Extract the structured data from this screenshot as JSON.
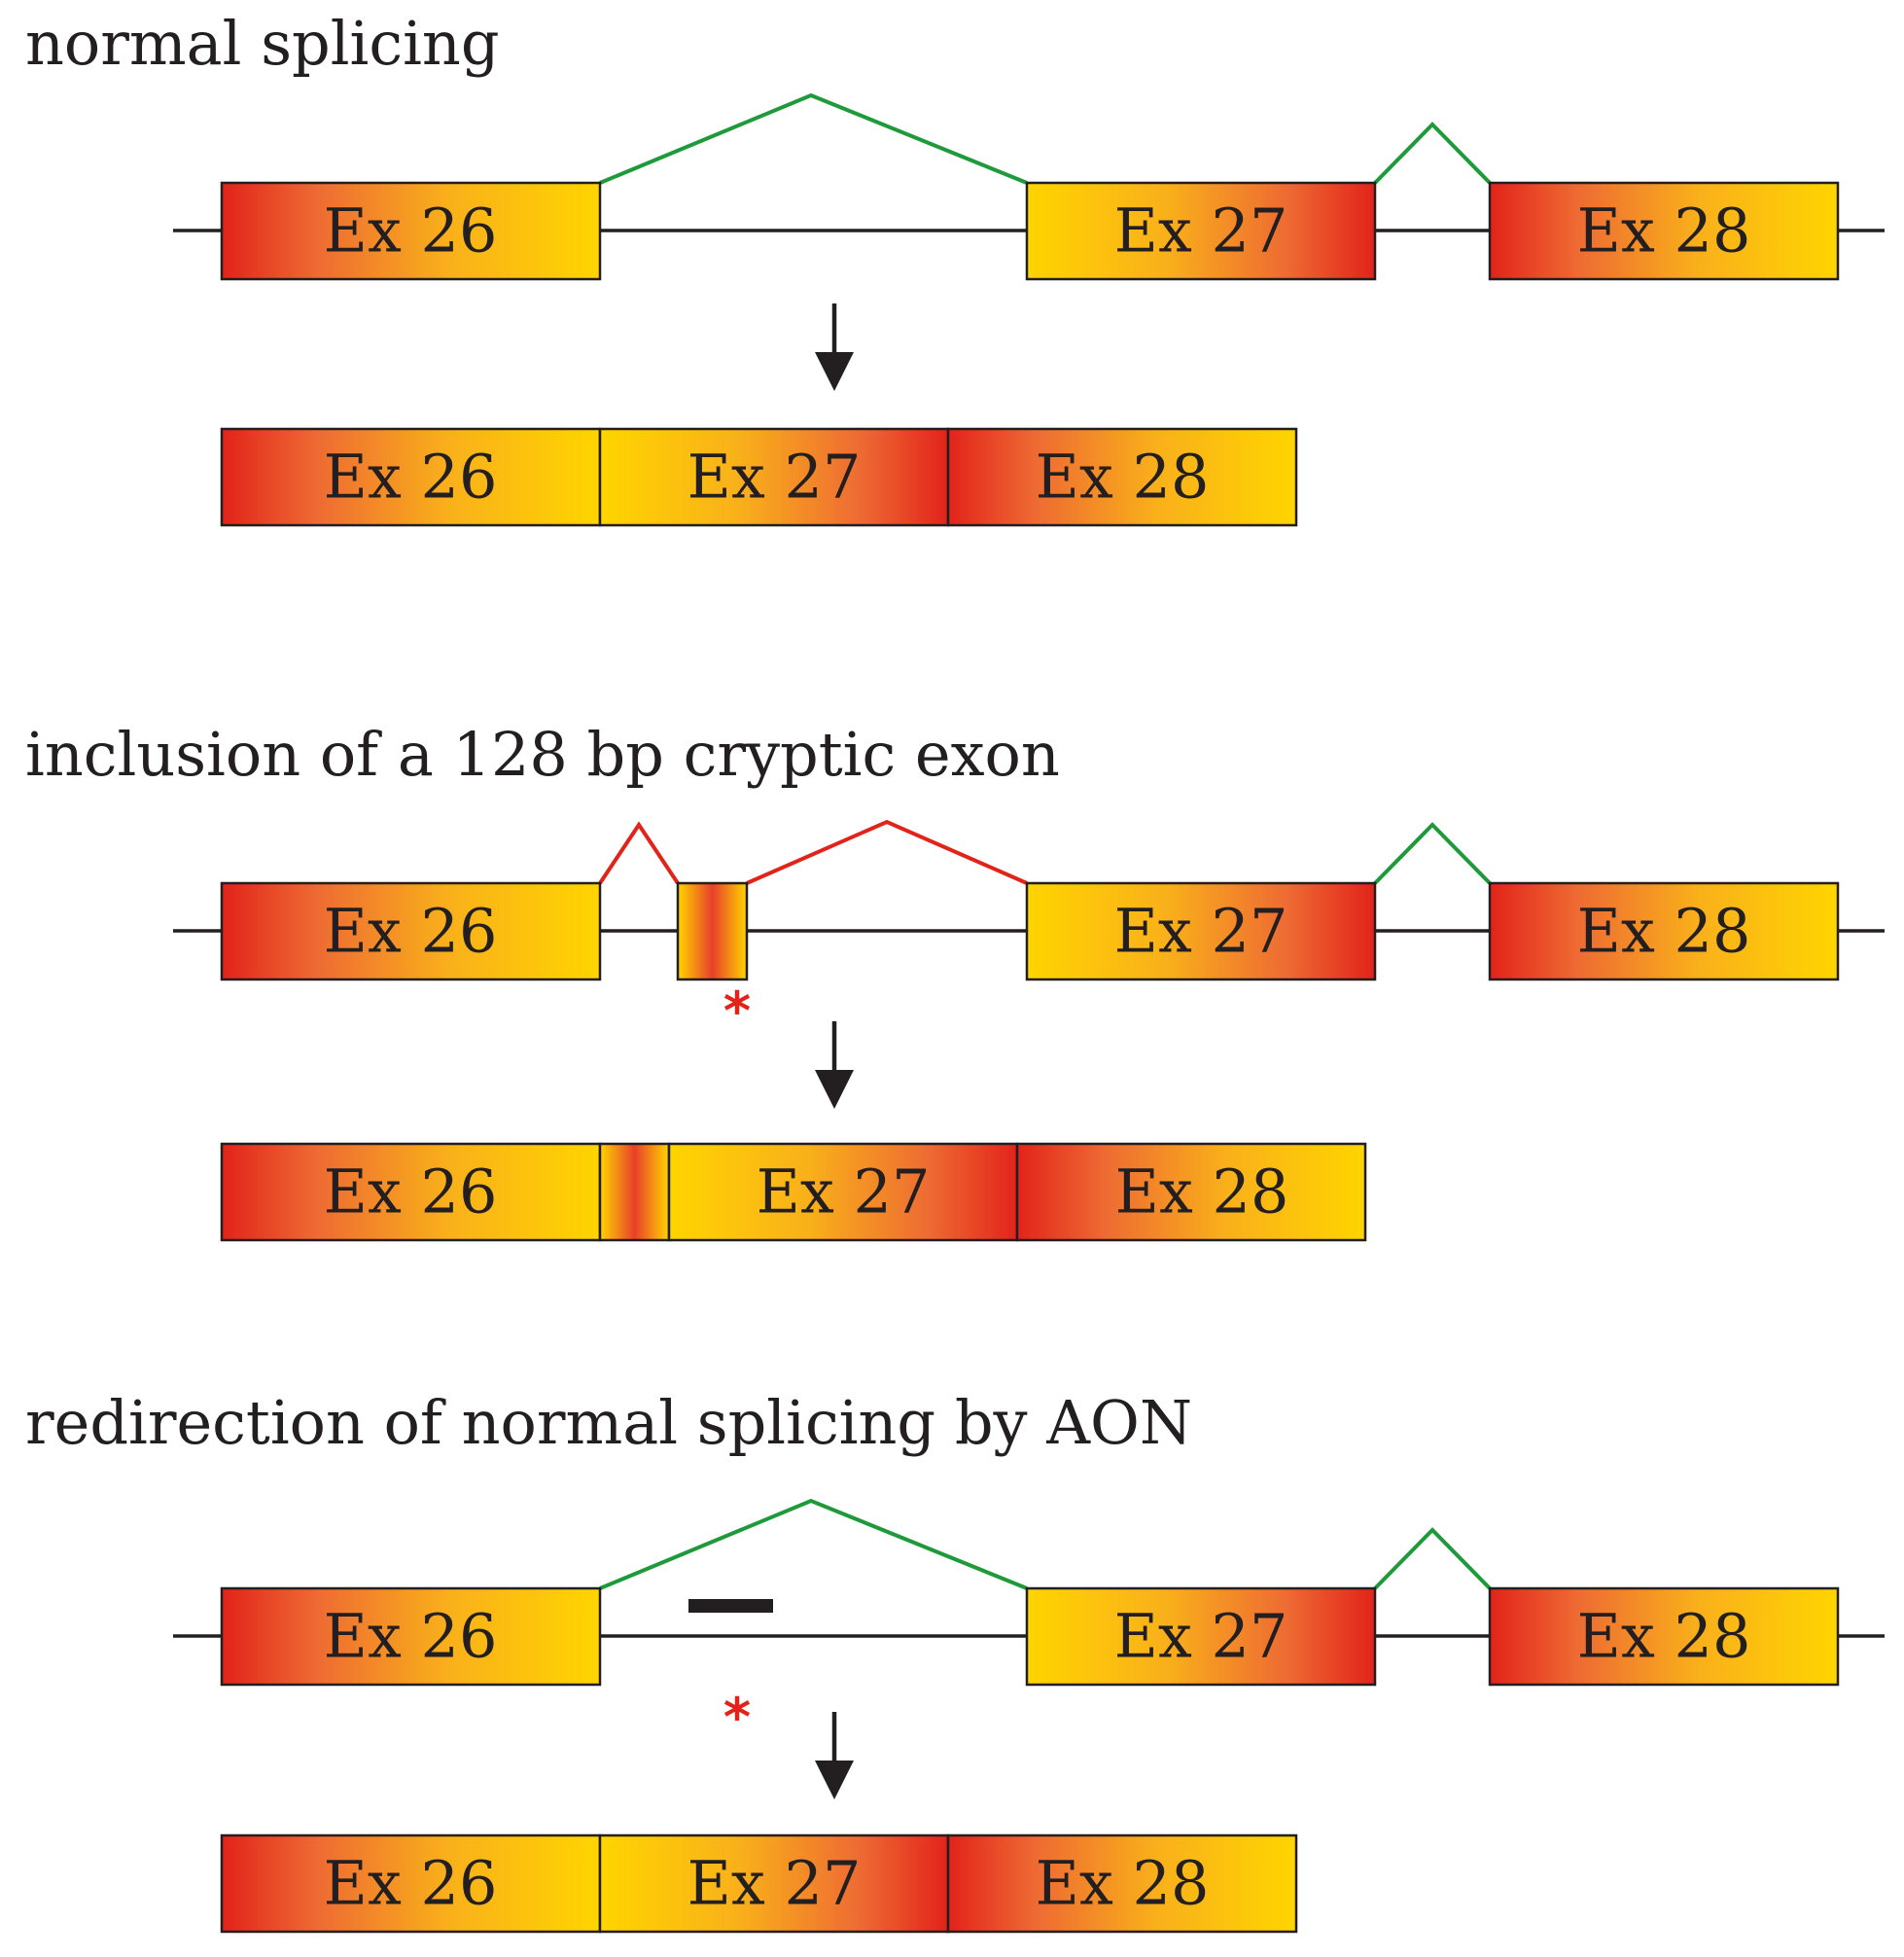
{
  "panels": {
    "normal": {
      "title": "normal splicing",
      "pre_mrna": {
        "ex26": "Ex 26",
        "ex27": "Ex 27",
        "ex28": "Ex 28"
      },
      "mrna": {
        "ex26": "Ex 26",
        "ex27": "Ex 27",
        "ex28": "Ex 28"
      }
    },
    "cryptic": {
      "title": "inclusion of a 128 bp cryptic exon",
      "pre_mrna": {
        "ex26": "Ex 26",
        "ex27": "Ex 27",
        "ex28": "Ex 28"
      },
      "mutation_marker": "*",
      "mrna": {
        "ex26": "Ex 26",
        "ex27": "Ex 27",
        "ex28": "Ex 28"
      }
    },
    "aon": {
      "title": "redirection of normal splicing by AON",
      "pre_mrna": {
        "ex26": "Ex 26",
        "ex27": "Ex 27",
        "ex28": "Ex 28"
      },
      "mutation_marker": "*",
      "mrna": {
        "ex26": "Ex 26",
        "ex27": "Ex 27",
        "ex28": "Ex 28"
      }
    }
  },
  "colors": {
    "exon_red": "#e2231a",
    "exon_yellow": "#ffd500",
    "splice_normal": "#1e9a3a",
    "splice_aberrant": "#e2231a",
    "line": "#231f20"
  }
}
